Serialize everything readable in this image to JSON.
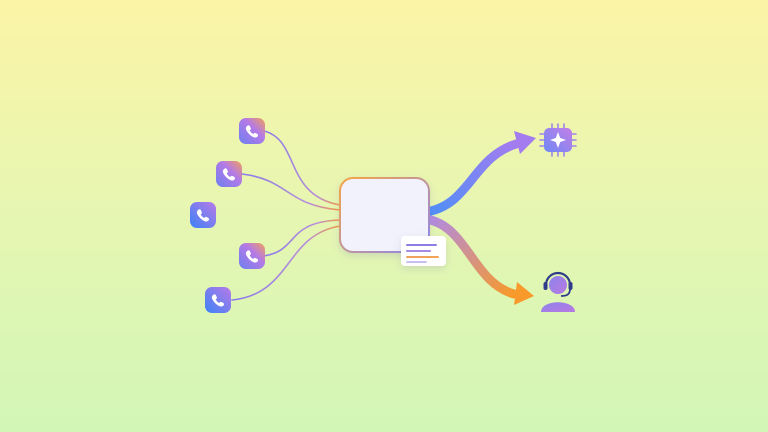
{
  "diagram": {
    "caller_count": 5,
    "hub_icon": "audio-waveform-icon",
    "transcript_icon": "transcript-lines-icon",
    "outputs": [
      {
        "name": "ai-chip",
        "icon": "ai-chip-sparkle-icon"
      },
      {
        "name": "human-agent",
        "icon": "headset-agent-icon"
      }
    ]
  },
  "colors": {
    "background_top": "#fbf4a6",
    "background_bottom": "#d2f6b6",
    "phone_gradient_start": "#3b82f6",
    "phone_gradient_end": "#b97ae8",
    "phone_icon": "#ffffff",
    "wire_purple": "#8b7be8",
    "wire_orange": "#f59a3c",
    "arrow_to_ai_start": "#4f8ff7",
    "arrow_to_ai_end": "#a47cf0",
    "arrow_to_agent_start": "#b08ae6",
    "arrow_to_agent_end": "#f79a2b",
    "hub_fill": "#f1f2fb",
    "hub_border_start": "#f7a544",
    "hub_border_end": "#8c86ee"
  }
}
